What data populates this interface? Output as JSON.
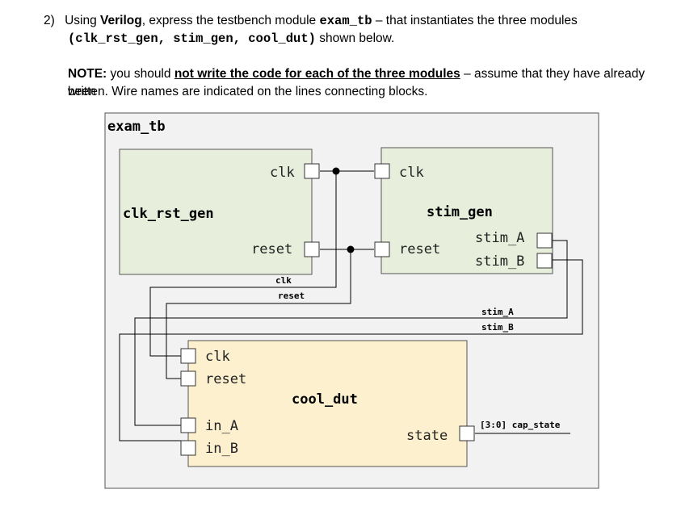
{
  "question": {
    "number": "2)",
    "line1_pre": "Using ",
    "line1_verilog": "Verilog",
    "line1_mid": ", express the testbench module ",
    "line1_module": "exam_tb",
    "line1_post": " – that instantiates the three modules",
    "line2_modules": "(clk_rst_gen, stim_gen, cool_dut)",
    "line2_post": " shown below."
  },
  "note": {
    "label": "NOTE:",
    "pre": " you should ",
    "emph": "not write the code for each of the three modules",
    "post": " – assume that they have already been",
    "line2": "written.  Wire names are indicated on the lines connecting blocks."
  },
  "diagram": {
    "outer_module": "exam_tb",
    "clk_rst_gen": {
      "name": "clk_rst_gen",
      "ports": [
        "clk",
        "reset"
      ]
    },
    "stim_gen": {
      "name": "stim_gen",
      "ports": [
        "clk",
        "reset",
        "stim_A",
        "stim_B"
      ]
    },
    "cool_dut": {
      "name": "cool_dut",
      "ports": [
        "clk",
        "reset",
        "in_A",
        "in_B",
        "state"
      ]
    },
    "wires": {
      "clk": "clk",
      "reset": "reset",
      "stim_A": "stim_A",
      "stim_B": "stim_B",
      "cap_state": "[3:0] cap_state"
    }
  },
  "colors": {
    "outer_fill": "#f2f2f2",
    "clk_rst_gen_fill": "#e7efdc",
    "stim_gen_fill": "#e7efdc",
    "cool_dut_fill": "#fdf0cf"
  }
}
